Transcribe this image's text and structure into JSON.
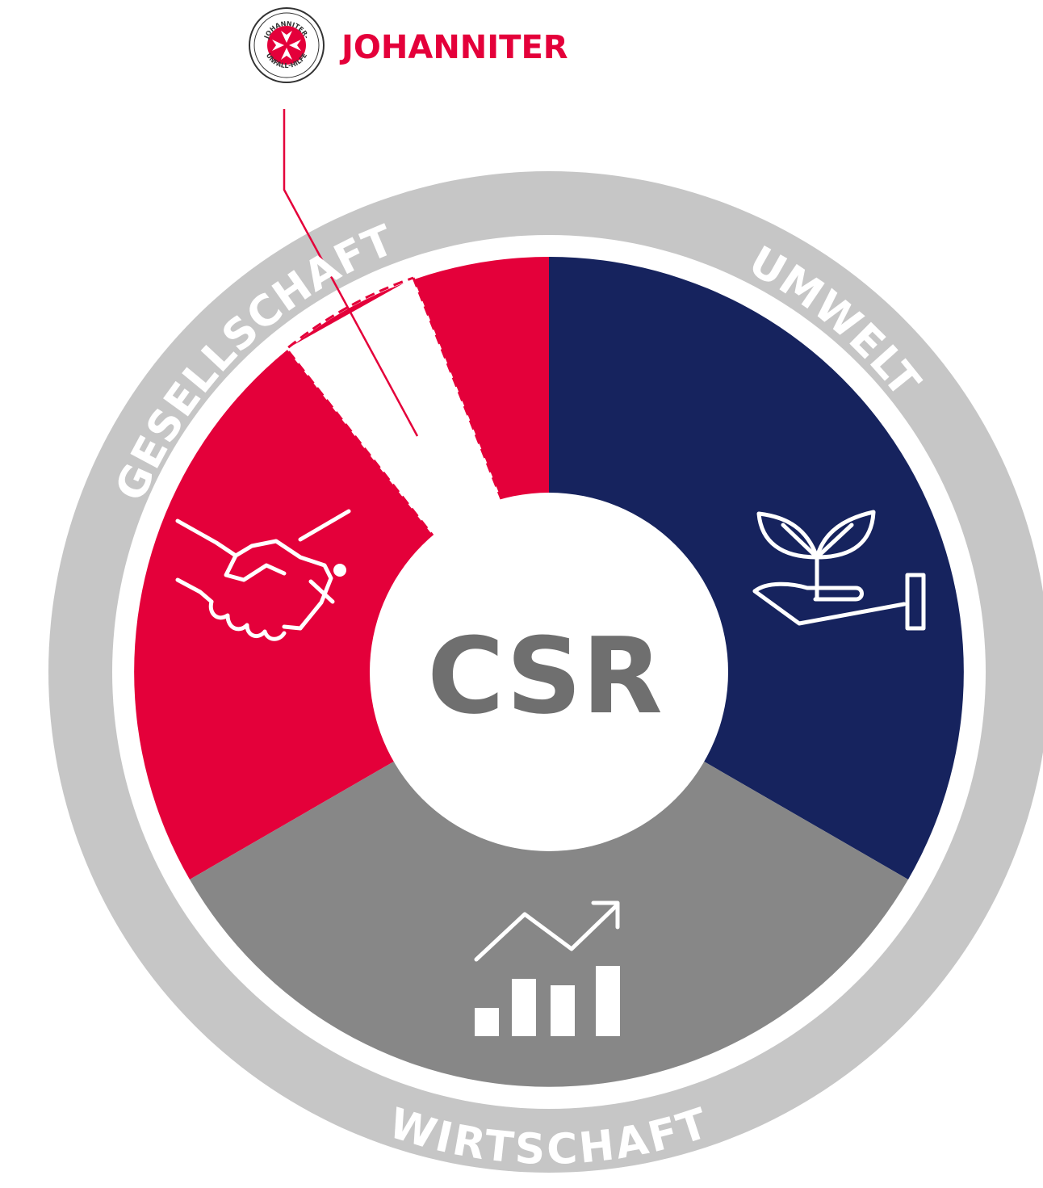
{
  "brand": {
    "name": "JOHANNITER",
    "seal_text_top": "JOHANNITER-",
    "seal_text_bottom": "UNFALL-HILFE"
  },
  "center": {
    "label": "CSR"
  },
  "pillars": {
    "society": {
      "label": "GESELLSCHAFT",
      "icon": "handshake-icon"
    },
    "environment": {
      "label": "UMWELT",
      "icon": "plant-in-hand-icon"
    },
    "economy": {
      "label": "WIRTSCHAFT",
      "icon": "growth-chart-icon"
    }
  },
  "colors": {
    "red": "#e4003a",
    "navy": "#16235e",
    "gray_segment": "#878787",
    "ring": "#c6c6c6",
    "center_text": "#6f6f6f",
    "white": "#ffffff"
  }
}
